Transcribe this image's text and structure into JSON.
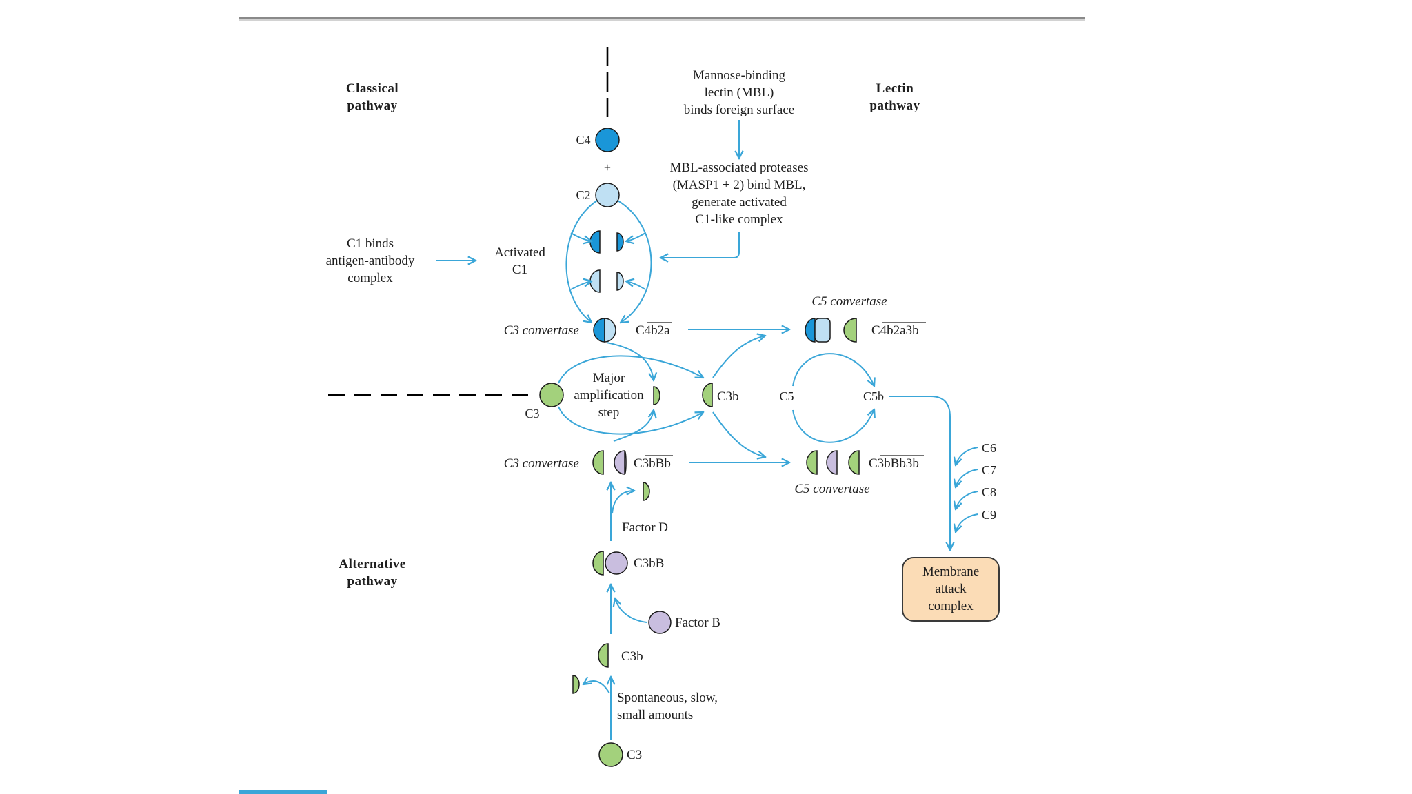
{
  "pathways": {
    "classical": [
      "Classical",
      "pathway"
    ],
    "lectin": [
      "Lectin",
      "pathway"
    ],
    "alternative": [
      "Alternative",
      "pathway"
    ]
  },
  "lectin_steps": {
    "mbl": [
      "Mannose-binding",
      "lectin (MBL)",
      "binds foreign surface"
    ],
    "masp": [
      "MBL-associated proteases",
      "(MASP1 + 2) bind MBL,",
      "generate activated",
      "C1-like complex"
    ]
  },
  "classical_steps": {
    "c1_binds": [
      "C1 binds",
      "antigen-antibody",
      "complex"
    ],
    "activated_c1": [
      "Activated",
      "C1"
    ]
  },
  "components": {
    "c4": "C4",
    "plus": "+",
    "c2": "C2",
    "c3_middle": "C3",
    "c3b_middle": "C3b",
    "c5": "C5",
    "c5b": "C5b",
    "c3bB": "C3bB",
    "factor_b": "Factor B",
    "factor_d": "Factor D",
    "c3b_bottom": "C3b",
    "c3_bottom": "C3",
    "late": [
      "C6",
      "C7",
      "C8",
      "C9"
    ]
  },
  "complexes": {
    "c3_convertase_classical_label": "C3 convertase",
    "c3_convertase_classical_name": "C4b2a",
    "c5_convertase_classical_label": "C5 convertase",
    "c5_convertase_classical_name": "C4b2a3b",
    "c3_convertase_alt_label": "C3 convertase",
    "c3_convertase_alt_name": "C3bBb",
    "c5_convertase_alt_label": "C5 convertase",
    "c5_convertase_alt_name": "C3bBb3b"
  },
  "amplification": [
    "Major",
    "amplification",
    "step"
  ],
  "spontaneous": [
    "Spontaneous, slow,",
    "small amounts"
  ],
  "mac": [
    "Membrane",
    "attack",
    "complex"
  ],
  "colors": {
    "arrow": "#3aa6d8",
    "blue_dark": "#1a96d8",
    "blue_light": "#bfe0f3",
    "green": "#a3d17c",
    "lilac": "#c9bedf",
    "mac_fill": "#fbdcb6",
    "mac_border": "#3a3a3a"
  }
}
